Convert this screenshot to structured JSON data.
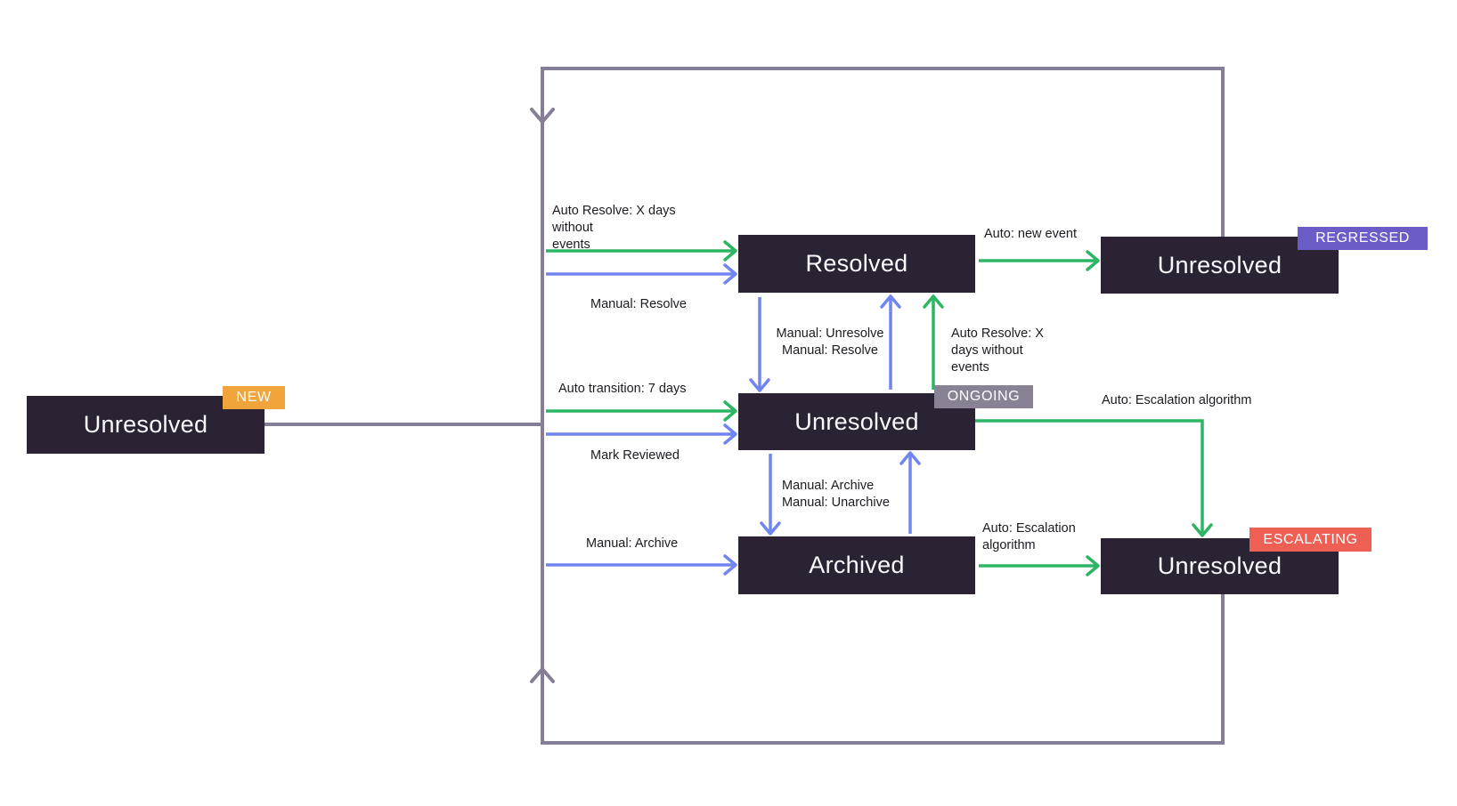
{
  "colors": {
    "state_box": "#2B2233",
    "state_text": "#FAF9FB",
    "arrow_green": "#2BB565",
    "arrow_blue": "#7085EF",
    "loop_purple": "#867D97",
    "badge_new": "#F0A43B",
    "badge_regressed": "#6A5DC8",
    "badge_ongoing": "#8A8294",
    "badge_escalating": "#EE6054",
    "label_text": "#1D1A22",
    "background": "#FFFFFF"
  },
  "states": {
    "new": {
      "label": "Unresolved",
      "badge": "NEW"
    },
    "resolved": {
      "label": "Resolved"
    },
    "regressed": {
      "label": "Unresolved",
      "badge": "REGRESSED"
    },
    "ongoing": {
      "label": "Unresolved",
      "badge": "ONGOING"
    },
    "archived": {
      "label": "Archived"
    },
    "escalating": {
      "label": "Unresolved",
      "badge": "ESCALATING"
    }
  },
  "transitions": {
    "auto_resolve_to_resolved": "Auto Resolve: X days without\nevents",
    "manual_resolve_to_resolved": "Manual: Resolve",
    "auto_new_event": "Auto: new event",
    "manual_unresolve_and_resolve": "Manual: Unresolve\nManual: Resolve",
    "auto_resolve_from_ongoing": "Auto Resolve: X\ndays without\nevents",
    "auto_transition_7_days": "Auto transition: 7 days",
    "mark_reviewed": "Mark Reviewed",
    "auto_escalation_from_ongoing": "Auto: Escalation algorithm",
    "manual_archive_and_unarchive": "Manual: Archive\nManual: Unarchive",
    "manual_archive_to_archived": "Manual: Archive",
    "auto_escalation_from_archived": "Auto: Escalation\nalgorithm"
  }
}
